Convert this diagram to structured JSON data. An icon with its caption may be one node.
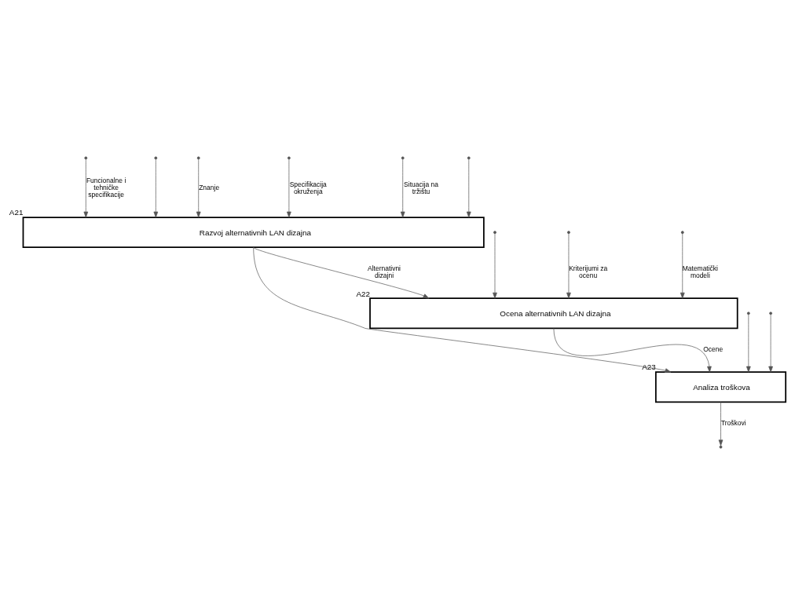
{
  "diagram": {
    "nodes": [
      {
        "text": [
          "Razvoj alternativnih LAN dizajna"
        ],
        "beside": [
          "A21"
        ]
      },
      {
        "text": [
          "Ocena alternativnih LAN dizajna"
        ],
        "beside": [
          "A22"
        ]
      },
      {
        "text": [
          "Analiza troškova"
        ],
        "beside": [
          "A23"
        ]
      }
    ],
    "edges": [
      {
        "from": null,
        "to": 0,
        "arrow": "to",
        "label": "Funcionalne i tehničke specifikacije"
      },
      {
        "from": null,
        "to": 0,
        "arrow": "to"
      },
      {
        "from": null,
        "to": 0,
        "arrow": "to",
        "label": "Znanje"
      },
      {
        "from": null,
        "to": 0,
        "arrow": "to",
        "label": "Specifikacija okruženja"
      },
      {
        "from": null,
        "to": 0,
        "arrow": "to",
        "label": "Situacija na tržištu"
      },
      {
        "from": null,
        "to": 0,
        "arrow": "to"
      },
      {
        "from": 0,
        "to": 1,
        "arrow": "to",
        "label": "Alternativni dizajni"
      },
      {
        "from": 0,
        "to": 2,
        "arrow": "to"
      },
      {
        "from": null,
        "to": 1,
        "arrow": "to"
      },
      {
        "from": null,
        "to": 1,
        "arrow": "to",
        "label": "Kriterijumi za ocenu"
      },
      {
        "from": null,
        "to": 1,
        "arrow": "to",
        "label": "Matematički modeli"
      },
      {
        "from": 1,
        "to": 2,
        "arrow": "to",
        "label": "Ocene"
      },
      {
        "from": null,
        "to": 2,
        "arrow": "to"
      },
      {
        "from": null,
        "to": 2,
        "arrow": "to"
      },
      {
        "from": 2,
        "to": null,
        "arrow": "to",
        "label": "Troškovi"
      }
    ]
  }
}
